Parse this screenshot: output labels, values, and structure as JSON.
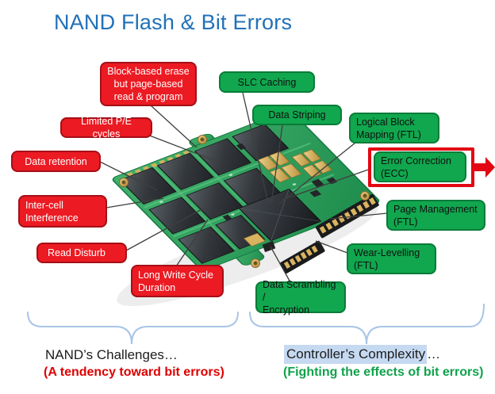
{
  "slide": {
    "title": "NAND Flash & Bit Errors"
  },
  "nand_challenges": {
    "block_based": [
      "Block-based erase",
      "but page-based",
      "read & program"
    ],
    "limited_pe": [
      "Limited P/E cycles"
    ],
    "data_retention": [
      "Data retention"
    ],
    "inter_cell": [
      "Inter-cell",
      "Interference"
    ],
    "read_disturb": [
      "Read Disturb"
    ],
    "long_write": [
      "Long Write Cycle",
      "Duration"
    ]
  },
  "controller_features": {
    "slc_caching": [
      "SLC Caching"
    ],
    "data_striping": [
      "Data Striping"
    ],
    "logical_block": [
      "Logical Block",
      "Mapping (FTL)"
    ],
    "error_correction": [
      "Error Correction",
      "(ECC)"
    ],
    "page_management": [
      "Page Management",
      "(FTL)"
    ],
    "wear_levelling": [
      "Wear-Levelling",
      "(FTL)"
    ],
    "data_scrambling": [
      "Data Scrambling /",
      "Encryption"
    ]
  },
  "footer": {
    "left_title": "NAND’s Challenges…",
    "left_sub": "(A tendency toward bit errors)",
    "right_title": "Controller’s Complexity",
    "right_ellipsis": "…",
    "right_sub": "(Fighting the effects of bit errors)"
  },
  "icons": {
    "ecc_arrow_icon": "red-right-arrow"
  },
  "colors": {
    "title_blue": "#2071B8",
    "challenge_red": "#EC1A22",
    "feature_green": "#10A74E",
    "ecc_frame_red": "#E30613",
    "caption_red": "#DF0000",
    "caption_green": "#0FA24B",
    "highlight_blue": "#C5D9F1",
    "brace_blue": "#A9C5E8",
    "pcb_green": "#2F9E5C"
  }
}
